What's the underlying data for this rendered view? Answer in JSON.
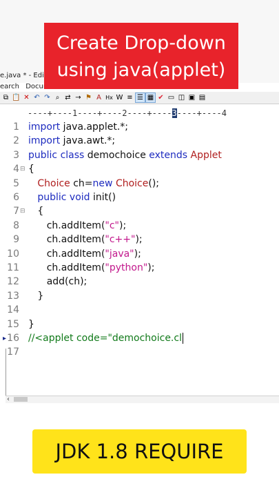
{
  "title_banner": {
    "line1": "Create Drop-down",
    "line2": "using java(applet)"
  },
  "window": {
    "title_fragment": "e.java * - EditPl"
  },
  "menu": {
    "items": [
      "earch",
      "Docum"
    ]
  },
  "toolbar": {
    "icons": [
      "copy-icon",
      "paste-icon",
      "delete-icon",
      "undo-icon",
      "redo-icon",
      "find-icon",
      "replace-icon",
      "goto-icon",
      "bookmark-icon",
      "font-icon",
      "hex-icon",
      "wordwrap-icon",
      "linenum-icon",
      "column-icon",
      "spell-icon",
      "window-icon",
      "split-icon",
      "browser-icon",
      "output-icon"
    ],
    "active": [
      "linenum-icon",
      "column-icon"
    ]
  },
  "ruler": {
    "before": "----+----1----+----2----+----",
    "current": "3",
    "after": "----+----4"
  },
  "editor": {
    "lines": [
      {
        "num": "1",
        "fold": "",
        "parts": [
          {
            "t": "import",
            "c": "kw"
          },
          {
            "t": " java.applet.*;",
            "c": ""
          }
        ]
      },
      {
        "num": "2",
        "fold": "",
        "parts": [
          {
            "t": "import",
            "c": "kw"
          },
          {
            "t": " java.awt.*;",
            "c": ""
          }
        ]
      },
      {
        "num": "3",
        "fold": "",
        "parts": [
          {
            "t": "public class",
            "c": "kw"
          },
          {
            "t": " demochoice ",
            "c": ""
          },
          {
            "t": "extends",
            "c": "kw"
          },
          {
            "t": " ",
            "c": ""
          },
          {
            "t": "Applet",
            "c": "cl"
          }
        ]
      },
      {
        "num": "4",
        "fold": "⊟",
        "parts": [
          {
            "t": "{",
            "c": ""
          }
        ]
      },
      {
        "num": "5",
        "fold": "",
        "parts": [
          {
            "t": "   ",
            "c": ""
          },
          {
            "t": "Choice",
            "c": "cl"
          },
          {
            "t": " ch=",
            "c": ""
          },
          {
            "t": "new",
            "c": "kw"
          },
          {
            "t": " ",
            "c": ""
          },
          {
            "t": "Choice",
            "c": "cl"
          },
          {
            "t": "();",
            "c": ""
          }
        ]
      },
      {
        "num": "6",
        "fold": "",
        "parts": [
          {
            "t": "   ",
            "c": ""
          },
          {
            "t": "public void",
            "c": "kw"
          },
          {
            "t": " init()",
            "c": ""
          }
        ]
      },
      {
        "num": "7",
        "fold": "⊟",
        "parts": [
          {
            "t": "   {",
            "c": ""
          }
        ]
      },
      {
        "num": "8",
        "fold": "",
        "parts": [
          {
            "t": "      ch.addItem(",
            "c": ""
          },
          {
            "t": "\"c\"",
            "c": "str"
          },
          {
            "t": ");",
            "c": ""
          }
        ]
      },
      {
        "num": "9",
        "fold": "",
        "parts": [
          {
            "t": "      ch.addItem(",
            "c": ""
          },
          {
            "t": "\"c++\"",
            "c": "str"
          },
          {
            "t": ");",
            "c": ""
          }
        ]
      },
      {
        "num": "10",
        "fold": "",
        "parts": [
          {
            "t": "      ch.addItem(",
            "c": ""
          },
          {
            "t": "\"java\"",
            "c": "str"
          },
          {
            "t": ");",
            "c": ""
          }
        ]
      },
      {
        "num": "11",
        "fold": "",
        "parts": [
          {
            "t": "      ch.addItem(",
            "c": ""
          },
          {
            "t": "\"python\"",
            "c": "str"
          },
          {
            "t": ");",
            "c": ""
          }
        ]
      },
      {
        "num": "12",
        "fold": "",
        "parts": [
          {
            "t": "      add(ch);",
            "c": ""
          }
        ]
      },
      {
        "num": "13",
        "fold": "",
        "parts": [
          {
            "t": "   }",
            "c": ""
          }
        ]
      },
      {
        "num": "14",
        "fold": "",
        "parts": []
      },
      {
        "num": "15",
        "fold": "",
        "parts": [
          {
            "t": "}",
            "c": ""
          }
        ]
      },
      {
        "num": "16",
        "fold": "",
        "parts": [
          {
            "t": "//<applet code=\"demochoice.cl",
            "c": "cm"
          }
        ],
        "caret": true,
        "marker": "▸"
      },
      {
        "num": "17",
        "fold": "",
        "parts": []
      }
    ]
  },
  "bottom_banner": {
    "text": "JDK 1.8 REQUIRE"
  }
}
